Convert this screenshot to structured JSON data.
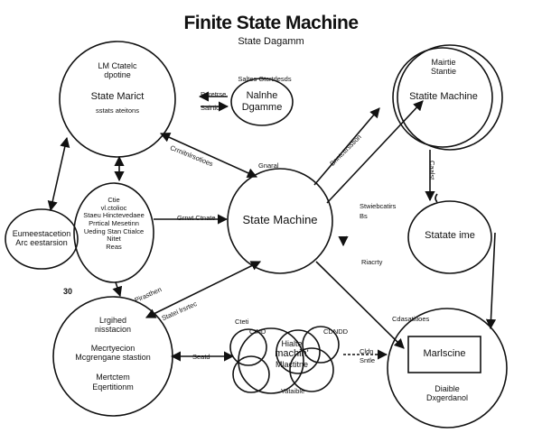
{
  "header": {
    "title": "Finite State Machine",
    "subtitle": "State Dagamm"
  },
  "nodes": {
    "top_left": {
      "line1": "LM Ctatelc",
      "line2": "dpotine",
      "main": "State Marict",
      "sub": "sstats ateitons"
    },
    "small_top": {
      "main1": "Nalnhe",
      "main2": "Dgamme",
      "top_label": "Saltes Gtcrtdesds",
      "label1": "Paretrse",
      "label2": "Sairtio"
    },
    "top_right": {
      "line1": "Mairtie",
      "line2": "Stantie",
      "main": "Statite Machine"
    },
    "left_oval": {
      "line1": "Eumeestacetion",
      "line2": "Arc eestarsion"
    },
    "mid_left": {
      "lines": [
        "Ctie",
        "vl.ctolioc",
        "Staeu Hinctevedaee",
        "Prrtical Mesetinn",
        "Ueding Stan Ctialce",
        "Nitet",
        "Reas"
      ]
    },
    "center": {
      "main": "State Machine"
    },
    "right": {
      "main": "Statate ime"
    },
    "bottom_left": {
      "line1": "Lrgihed",
      "line2": "nisstacion",
      "line3": "Mecrtyecion",
      "line4": "Mcgrengane stastion",
      "line5": "Mertctem",
      "line6": "Eqertitionm"
    },
    "cloud": {
      "line1": "Hialte",
      "line2": "machin'",
      "line3": "Mlactitne",
      "bottom": "Yataible",
      "tag_left": "CtND",
      "tag_right": "CDNDD",
      "tag_top": "Cteti"
    },
    "bottom_right": {
      "box_label": "Marlscine",
      "line1": "Diaible",
      "line2": "Dxgerdanol"
    }
  },
  "edges": {
    "e1": "Grrwt Ctnate",
    "e2": "Gnaral",
    "e3": "Seatd",
    "e4": "Stwiebcatirs",
    "e5": "Bs",
    "e6": "Riacrty",
    "e7": "Cdasatitioes",
    "e8": "Crrnitnlrsotioes",
    "e9": "Bnntcttrsstion",
    "e10": "Statei lrsrtec",
    "e11": "Pirasthen",
    "e12": "30",
    "e13": "Cldn",
    "e14": "Sntle",
    "e15": "Caalst"
  }
}
